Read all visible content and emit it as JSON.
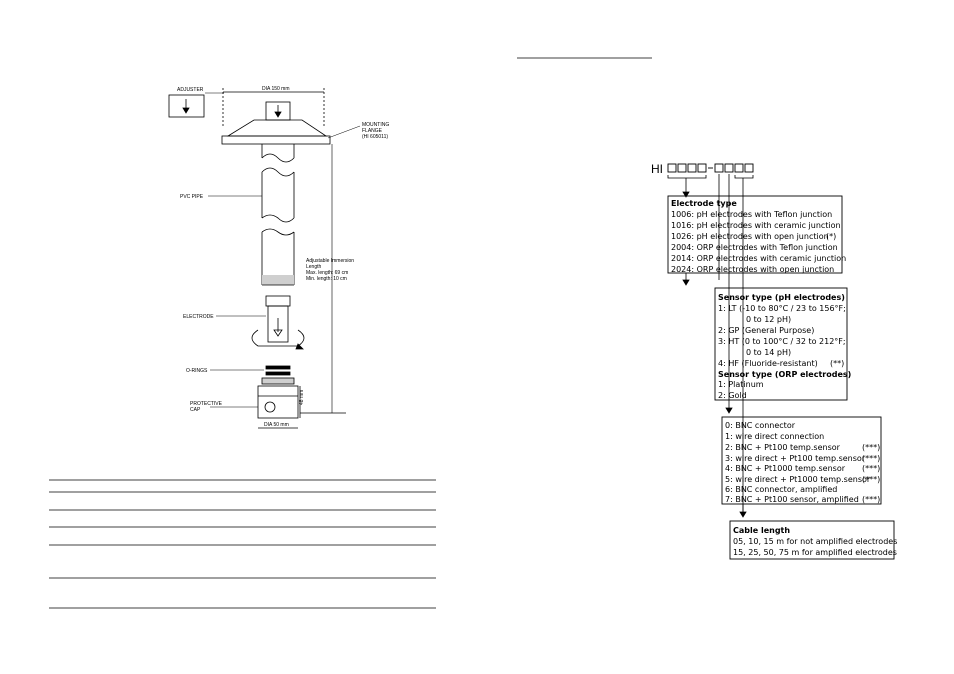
{
  "left_drawing": {
    "labels": {
      "adjuster": "ADJUSTER",
      "diameter_top": "DIA 150 mm",
      "mounting_flange": "MOUNTING\nFLANGE\n(HI 605011)",
      "pvc_pipe": "PVC PIPE",
      "immersion": "Adjustable Immersion\nLength\nMax. length: 69 cm\nMin. length: 10 cm",
      "electrode": "ELECTRODE",
      "o_rings": "O-RINGS",
      "protective_cap": "PROTECTIVE\nCAP",
      "cap_height": "48 mm",
      "cap_diameter": "DIA 50 mm"
    }
  },
  "code_diagram": {
    "prefix": "HI",
    "electrode_type": {
      "title": "Electrode type",
      "lines": [
        "1006: pH electrodes with Teflon junction",
        "1016: pH electrodes with ceramic junction",
        "1026: pH electrodes with open junction",
        "2004: ORP electrodes with Teflon junction",
        "2014: ORP electrodes with ceramic junction",
        "2024: ORP electrodes with open junction"
      ],
      "note_1026": "(*)"
    },
    "sensor_type": {
      "title_ph": "Sensor type (pH electrodes)",
      "lines_ph": [
        "1: LT (-10 to 80°C / 23 to 156°F;",
        "0 to 12 pH)",
        "2: GP (General Purpose)",
        "3: HT (0 to 100°C / 32 to 212°F;",
        "0 to 14 pH)",
        "4: HF (Fluoride-resistant)"
      ],
      "note_hf": "(**)",
      "title_orp": "Sensor type (ORP electrodes)",
      "lines_orp": [
        "1: Platinum",
        "2: Gold"
      ]
    },
    "connector": {
      "lines": [
        "0: BNC connector",
        "1: wire direct connection",
        "2: BNC + Pt100 temp.sensor",
        "3: wire direct + Pt100 temp.sensor",
        "4: BNC + Pt1000 temp.sensor",
        "5: wire direct + Pt1000 temp.sensor",
        "6: BNC connector, amplified",
        "7: BNC + Pt100 sensor, amplified"
      ],
      "notes": [
        "",
        "",
        "(***)",
        "(***)",
        "(***)",
        "(***)",
        "",
        "(***)"
      ]
    },
    "cable_length": {
      "title": "Cable length",
      "lines": [
        "05, 10, 15 m for not amplified electrodes",
        "15, 25, 50, 75 m for amplified electrodes"
      ]
    }
  }
}
